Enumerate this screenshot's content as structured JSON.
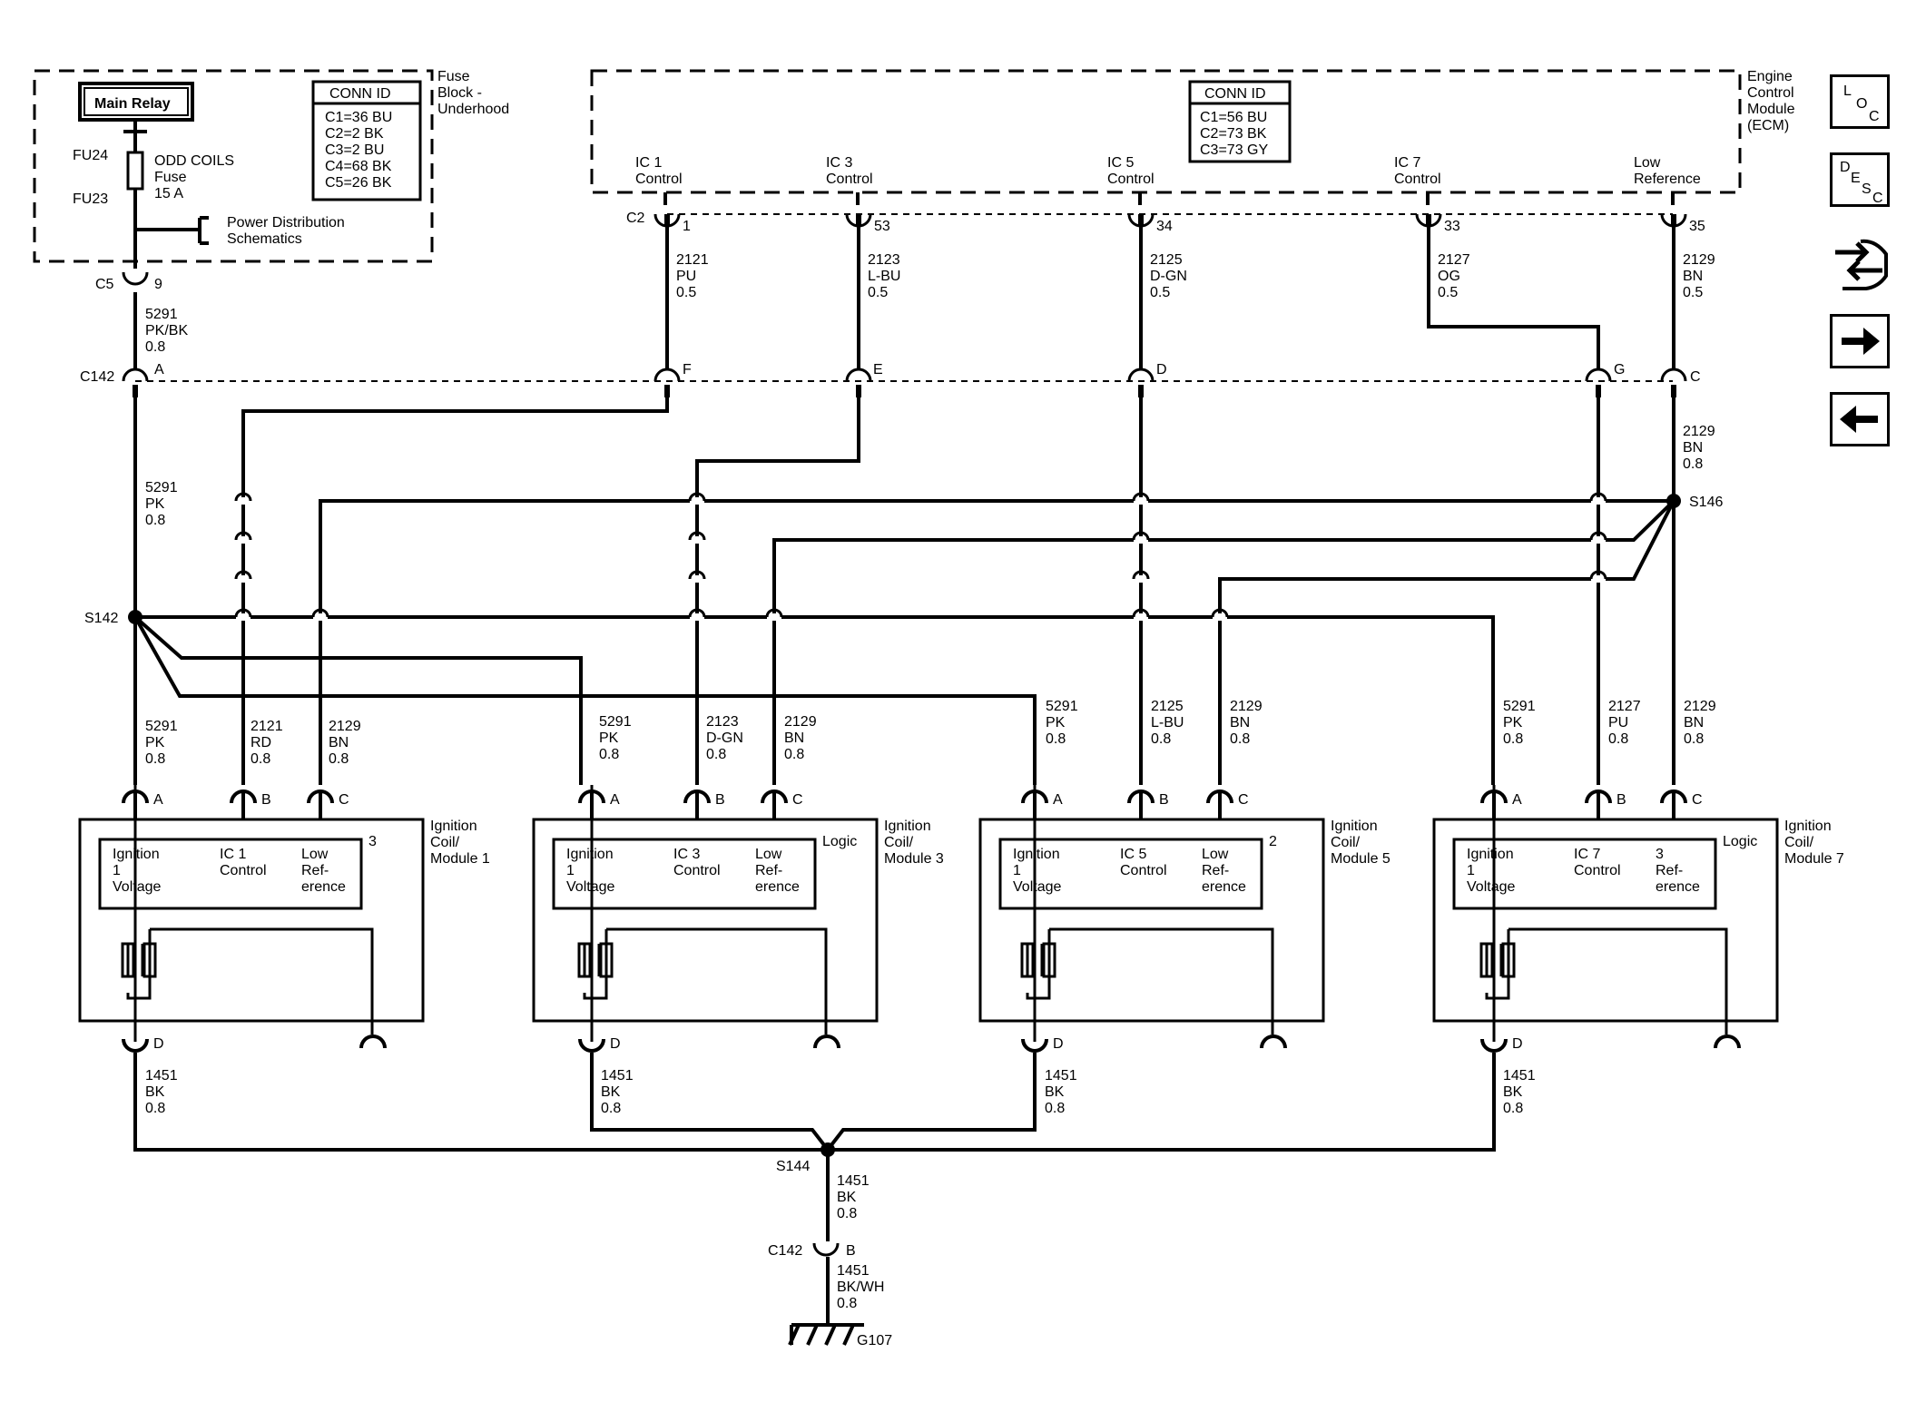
{
  "fuse_block": {
    "title": [
      "Fuse",
      "Block -",
      "Underhood"
    ],
    "main_relay": "Main Relay",
    "fu24": "FU24",
    "fu23": "FU23",
    "fuse": [
      "ODD COILS",
      "Fuse",
      "15 A"
    ],
    "power": [
      "Power Distribution",
      "Schematics"
    ],
    "conn_title": "CONN ID",
    "conn_ids": [
      "C1=36 BU",
      "C2=2 BK",
      "C3=2 BU",
      "C4=68 BK",
      "C5=26 BK"
    ]
  },
  "ecm": {
    "title": [
      "Engine",
      "Control",
      "Module",
      "(ECM)"
    ],
    "conn_title": "CONN ID",
    "conn_ids": [
      "C1=56 BU",
      "C2=73 BK",
      "C3=73 GY"
    ],
    "pins": [
      [
        "IC 1",
        "Control"
      ],
      [
        "IC 3",
        "Control"
      ],
      [
        "IC 5",
        "Control"
      ],
      [
        "IC 7",
        "Control"
      ],
      [
        "Low",
        "Reference"
      ]
    ],
    "connector": "C2",
    "pin_numbers": [
      "1",
      "53",
      "34",
      "33",
      "35"
    ]
  },
  "connectors": {
    "c5": "C5",
    "c5_pin": "9",
    "c142": "C142",
    "c142_pins": [
      "A",
      "F",
      "E",
      "D",
      "G",
      "C"
    ],
    "c142_bottom_pin": "B"
  },
  "wires": {
    "w5291_top": [
      "5291",
      "PK/BK",
      "0.8"
    ],
    "w5291_mid": [
      "5291",
      "PK",
      "0.8"
    ],
    "w2121_top": [
      "2121",
      "PU",
      "0.5"
    ],
    "w2123_top": [
      "2123",
      "L-BU",
      "0.5"
    ],
    "w2125_top": [
      "2125",
      "D-GN",
      "0.5"
    ],
    "w2127_top": [
      "2127",
      "OG",
      "0.5"
    ],
    "w2129_top": [
      "2129",
      "BN",
      "0.5"
    ],
    "w2129_c": [
      "2129",
      "BN",
      "0.8"
    ],
    "c1": [
      [
        "5291",
        "PK",
        "0.8"
      ],
      [
        "2121",
        "RD",
        "0.8"
      ],
      [
        "2129",
        "BN",
        "0.8"
      ]
    ],
    "c3": [
      [
        "5291",
        "PK",
        "0.8"
      ],
      [
        "2123",
        "D-GN",
        "0.8"
      ],
      [
        "2129",
        "BN",
        "0.8"
      ]
    ],
    "c5": [
      [
        "5291",
        "PK",
        "0.8"
      ],
      [
        "2125",
        "L-BU",
        "0.8"
      ],
      [
        "2129",
        "BN",
        "0.8"
      ]
    ],
    "c7": [
      [
        "5291",
        "PK",
        "0.8"
      ],
      [
        "2127",
        "PU",
        "0.8"
      ],
      [
        "2129",
        "BN",
        "0.8"
      ]
    ],
    "gnd": [
      "1451",
      "BK",
      "0.8"
    ],
    "gnd_main": [
      "1451",
      "BK",
      "0.8"
    ],
    "gnd_final": [
      "1451",
      "BK/WH",
      "0.8"
    ]
  },
  "splices": {
    "s142": "S142",
    "s146": "S146",
    "s144": "S144"
  },
  "ground": "G107",
  "coils": [
    {
      "name": [
        "Ignition",
        "Coil/",
        "Module 1"
      ],
      "side": "3",
      "pins": [
        "A",
        "B",
        "C",
        "D"
      ],
      "labels": [
        [
          "Ignition",
          "1",
          "Voltage"
        ],
        [
          "IC 1",
          "Control"
        ],
        [
          "Low",
          "Ref-",
          "erence"
        ]
      ]
    },
    {
      "name": [
        "Ignition",
        "Coil/",
        "Module 3"
      ],
      "side": "Logic",
      "pins": [
        "A",
        "B",
        "C",
        "D"
      ],
      "labels": [
        [
          "Ignition",
          "1",
          "Voltage"
        ],
        [
          "IC 3",
          "Control"
        ],
        [
          "Low",
          "Ref-",
          "erence"
        ]
      ]
    },
    {
      "name": [
        "Ignition",
        "Coil/",
        "Module 5"
      ],
      "side": "2",
      "pins": [
        "A",
        "B",
        "C",
        "D"
      ],
      "labels": [
        [
          "Ignition",
          "1",
          "Voltage"
        ],
        [
          "IC 5",
          "Control"
        ],
        [
          "Low",
          "Ref-",
          "erence"
        ]
      ]
    },
    {
      "name": [
        "Ignition",
        "Coil/",
        "Module 7"
      ],
      "side": "Logic",
      "pins": [
        "A",
        "B",
        "C",
        "D"
      ],
      "labels": [
        [
          "Ignition",
          "1",
          "Voltage"
        ],
        [
          "IC 7",
          "Control"
        ],
        [
          "3",
          "Ref-",
          "erence"
        ]
      ]
    }
  ],
  "nav": {
    "loc": [
      "L",
      "O",
      "C"
    ],
    "desc": [
      "D",
      "E",
      "S",
      "C"
    ]
  }
}
